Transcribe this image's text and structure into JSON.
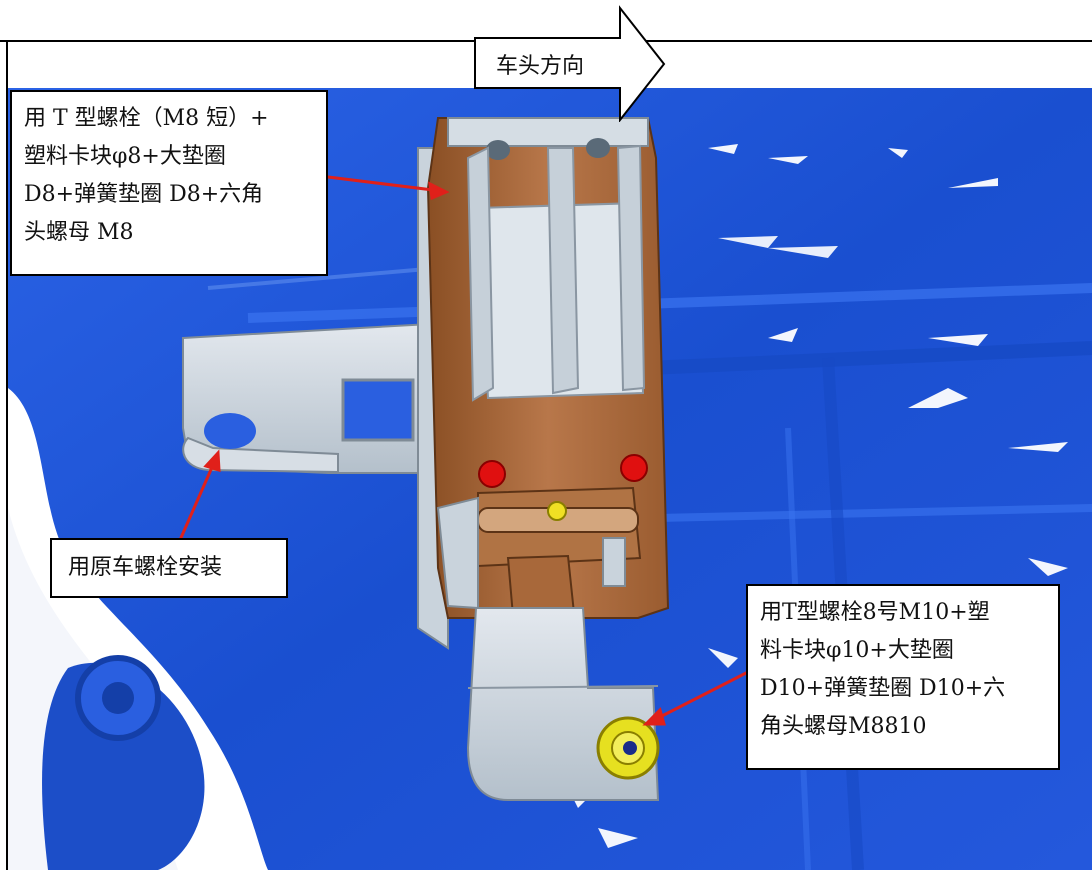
{
  "header_arrow": {
    "label": "车头方向"
  },
  "callouts": {
    "top": {
      "lines": [
        "用 T 型螺栓（M8 短）+",
        "塑料卡块φ8+大垫圈",
        "D8+弹簧垫圈 D8+六角",
        "头螺母 M8"
      ]
    },
    "left": {
      "lines": [
        "用原车螺栓安装"
      ]
    },
    "right": {
      "lines": [
        "用T型螺栓8号M10+塑",
        "料卡块φ10+大垫圈",
        "D10+弹簧垫圈 D10+六",
        "角头螺母M8810"
      ]
    }
  },
  "colors": {
    "background_blue": "#1f55d6",
    "bracket_brown": "#a8683a",
    "bracket_gray": "#c9d3dc",
    "marker_red": "#e01010",
    "bolt_yellow": "#e6e020",
    "leader_red": "#e0201a"
  }
}
